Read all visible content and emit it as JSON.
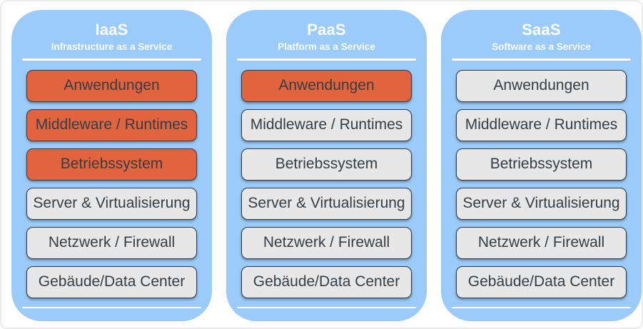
{
  "colors": {
    "panel_background": "#9ACBFA",
    "highlighted_box": "#E2643E",
    "base_box": "#E7E7E7",
    "box_border": "#333B42",
    "box_text": "#333E46",
    "header_text": "#FFFFFF"
  },
  "panels": [
    {
      "id": "iaas",
      "title": "IaaS",
      "subtitle": "Infrastructure as a Service",
      "layers": [
        {
          "label": "Anwendungen",
          "state": "highlighted"
        },
        {
          "label": "Middleware / Runtimes",
          "state": "highlighted"
        },
        {
          "label": "Betriebssystem",
          "state": "highlighted"
        },
        {
          "label": "Server & Virtualisierung",
          "state": "base"
        },
        {
          "label": "Netzwerk / Firewall",
          "state": "base"
        },
        {
          "label": "Gebäude/Data Center",
          "state": "base"
        }
      ]
    },
    {
      "id": "paas",
      "title": "PaaS",
      "subtitle": "Platform as a Service",
      "layers": [
        {
          "label": "Anwendungen",
          "state": "highlighted"
        },
        {
          "label": "Middleware / Runtimes",
          "state": "base"
        },
        {
          "label": "Betriebssystem",
          "state": "base"
        },
        {
          "label": "Server & Virtualisierung",
          "state": "base"
        },
        {
          "label": "Netzwerk / Firewall",
          "state": "base"
        },
        {
          "label": "Gebäude/Data Center",
          "state": "base"
        }
      ]
    },
    {
      "id": "saas",
      "title": "SaaS",
      "subtitle": "Software as a Service",
      "layers": [
        {
          "label": "Anwendungen",
          "state": "base"
        },
        {
          "label": "Middleware / Runtimes",
          "state": "base"
        },
        {
          "label": "Betriebssystem",
          "state": "base"
        },
        {
          "label": "Server & Virtualisierung",
          "state": "base"
        },
        {
          "label": "Netzwerk / Firewall",
          "state": "base"
        },
        {
          "label": "Gebäude/Data Center",
          "state": "base"
        }
      ]
    }
  ]
}
